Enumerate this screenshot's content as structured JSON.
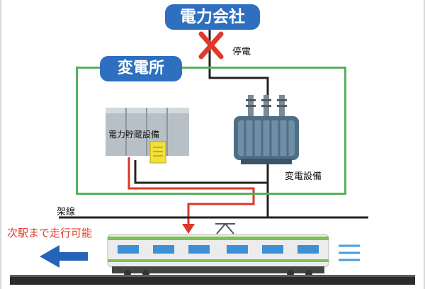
{
  "labels": {
    "power_company": "電力会社",
    "outage": "停電",
    "substation": "変電所",
    "storage_equipment": "電力貯蔵設備",
    "transformer_equipment": "変電設備",
    "overhead_line": "架線",
    "next_station": "次駅まで走行可能"
  },
  "icons": {
    "cross": "cross-icon",
    "arrow_left": "arrow-left-icon",
    "arrow_down": "arrow-down-icon",
    "motion_lines": "motion-lines-icon"
  },
  "colors": {
    "pill_blue": "#2f6fbf",
    "frame_green": "#55b15a",
    "path_red": "#d9382a",
    "cross_red": "#e0392c",
    "arrow_blue": "#2563b8",
    "train_green": "#7cc24f",
    "train_window": "#3d8fd6"
  }
}
